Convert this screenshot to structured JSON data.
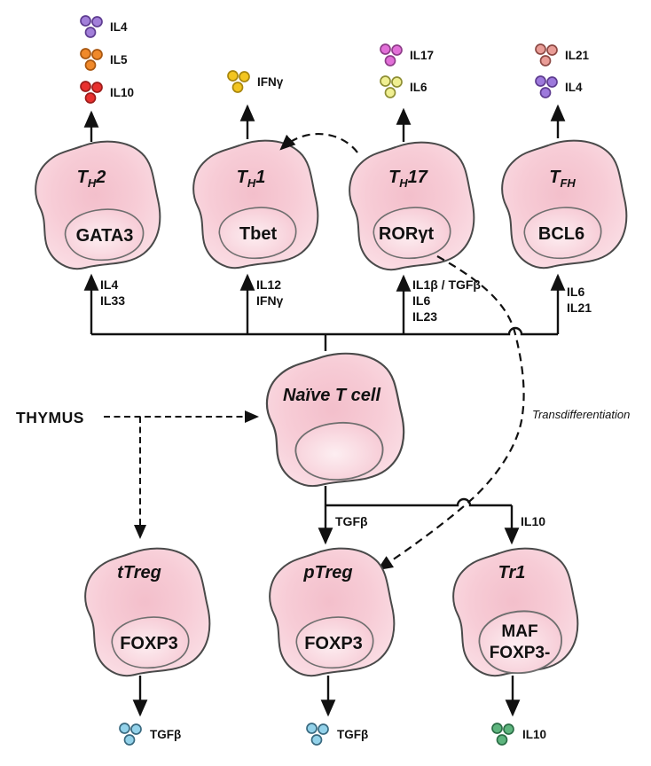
{
  "labels": {
    "thymus": "THYMUS",
    "transdifferentiation": "Transdifferentiation"
  },
  "colors": {
    "cell_fill": "#f7ccd6",
    "cell_outline": "#4a4a4a",
    "arrow": "#111111"
  },
  "cells": {
    "th2": {
      "name_main": "T",
      "name_sub": "H",
      "name_rest": "2",
      "factor": "GATA3"
    },
    "th1": {
      "name_main": "T",
      "name_sub": "H",
      "name_rest": "1",
      "factor": "Tbet"
    },
    "th17": {
      "name_main": "T",
      "name_sub": "H",
      "name_rest": "17",
      "factor": "RORγt"
    },
    "tfh": {
      "name_main": "T",
      "name_sub": "FH",
      "name_rest": "",
      "factor": "BCL6"
    },
    "naive": {
      "name": "Naïve T cell"
    },
    "ttreg": {
      "name": "tTreg",
      "factor": "FOXP3"
    },
    "ptreg": {
      "name": "pTreg",
      "factor": "FOXP3"
    },
    "tr1": {
      "name": "Tr1",
      "factor_line1": "MAF",
      "factor_line2": "FOXP3-"
    }
  },
  "secreted": {
    "th2": [
      {
        "label": "IL4",
        "fill": "#a27fd9",
        "stroke": "#5f3d91"
      },
      {
        "label": "IL5",
        "fill": "#f0892a",
        "stroke": "#a85711"
      },
      {
        "label": "IL10",
        "fill": "#e8302e",
        "stroke": "#9c1d1b"
      }
    ],
    "th1": [
      {
        "label": "IFNγ",
        "fill": "#f3c51f",
        "stroke": "#a8860e"
      }
    ],
    "th17": [
      {
        "label": "IL17",
        "fill": "#e26fd8",
        "stroke": "#8f3e8a"
      },
      {
        "label": "IL6",
        "fill": "#f0ef92",
        "stroke": "#8f8f35"
      }
    ],
    "tfh": [
      {
        "label": "IL21",
        "fill": "#e99d97",
        "stroke": "#8d4a45"
      },
      {
        "label": "IL4",
        "fill": "#9d79dc",
        "stroke": "#5f3d91"
      }
    ],
    "ttreg": [
      {
        "label": "TGFβ",
        "fill": "#93d2ea",
        "stroke": "#3a6a80"
      }
    ],
    "ptreg": [
      {
        "label": "TGFβ",
        "fill": "#93d2ea",
        "stroke": "#3a6a80"
      }
    ],
    "tr1": [
      {
        "label": "IL10",
        "fill": "#5eb57e",
        "stroke": "#2c6e47"
      }
    ]
  },
  "inducers": {
    "th2": [
      "IL4",
      "IL33"
    ],
    "th1": [
      "IL12",
      "IFNγ"
    ],
    "th17": [
      "IL1β / TGFβ",
      "IL6",
      "IL23"
    ],
    "tfh": [
      "IL6",
      "IL21"
    ],
    "ptreg_signal": "TGFβ",
    "tr1_signal": "IL10"
  }
}
